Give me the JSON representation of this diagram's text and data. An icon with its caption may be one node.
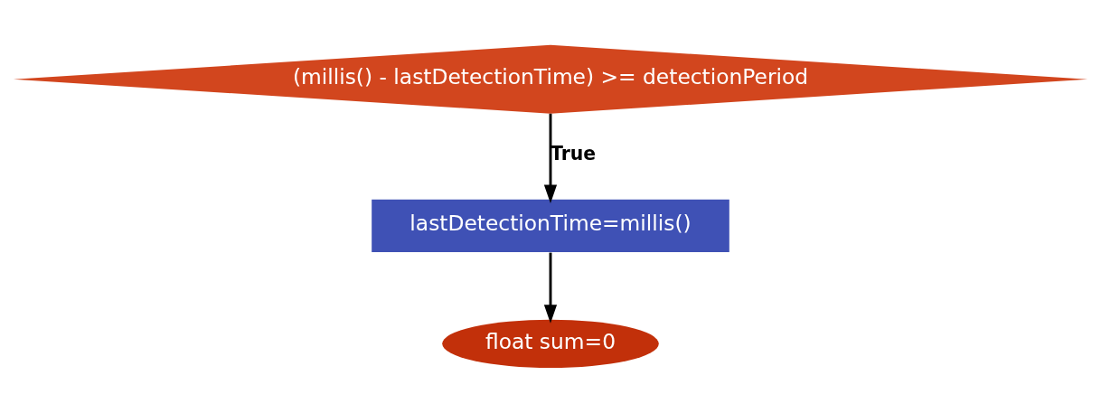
{
  "diagram": {
    "nodes": [
      {
        "text": [
          "(millis() - lastDetectionTime) >= detectionPeriod"
        ]
      },
      {
        "text": [
          "lastDetectionTime=millis()"
        ]
      },
      {
        "text": [
          "float sum=0"
        ]
      }
    ],
    "edges": [
      {
        "from": 0,
        "to": 1,
        "arrow": "to",
        "label": "True"
      },
      {
        "from": 1,
        "to": 2,
        "arrow": "to"
      }
    ]
  }
}
